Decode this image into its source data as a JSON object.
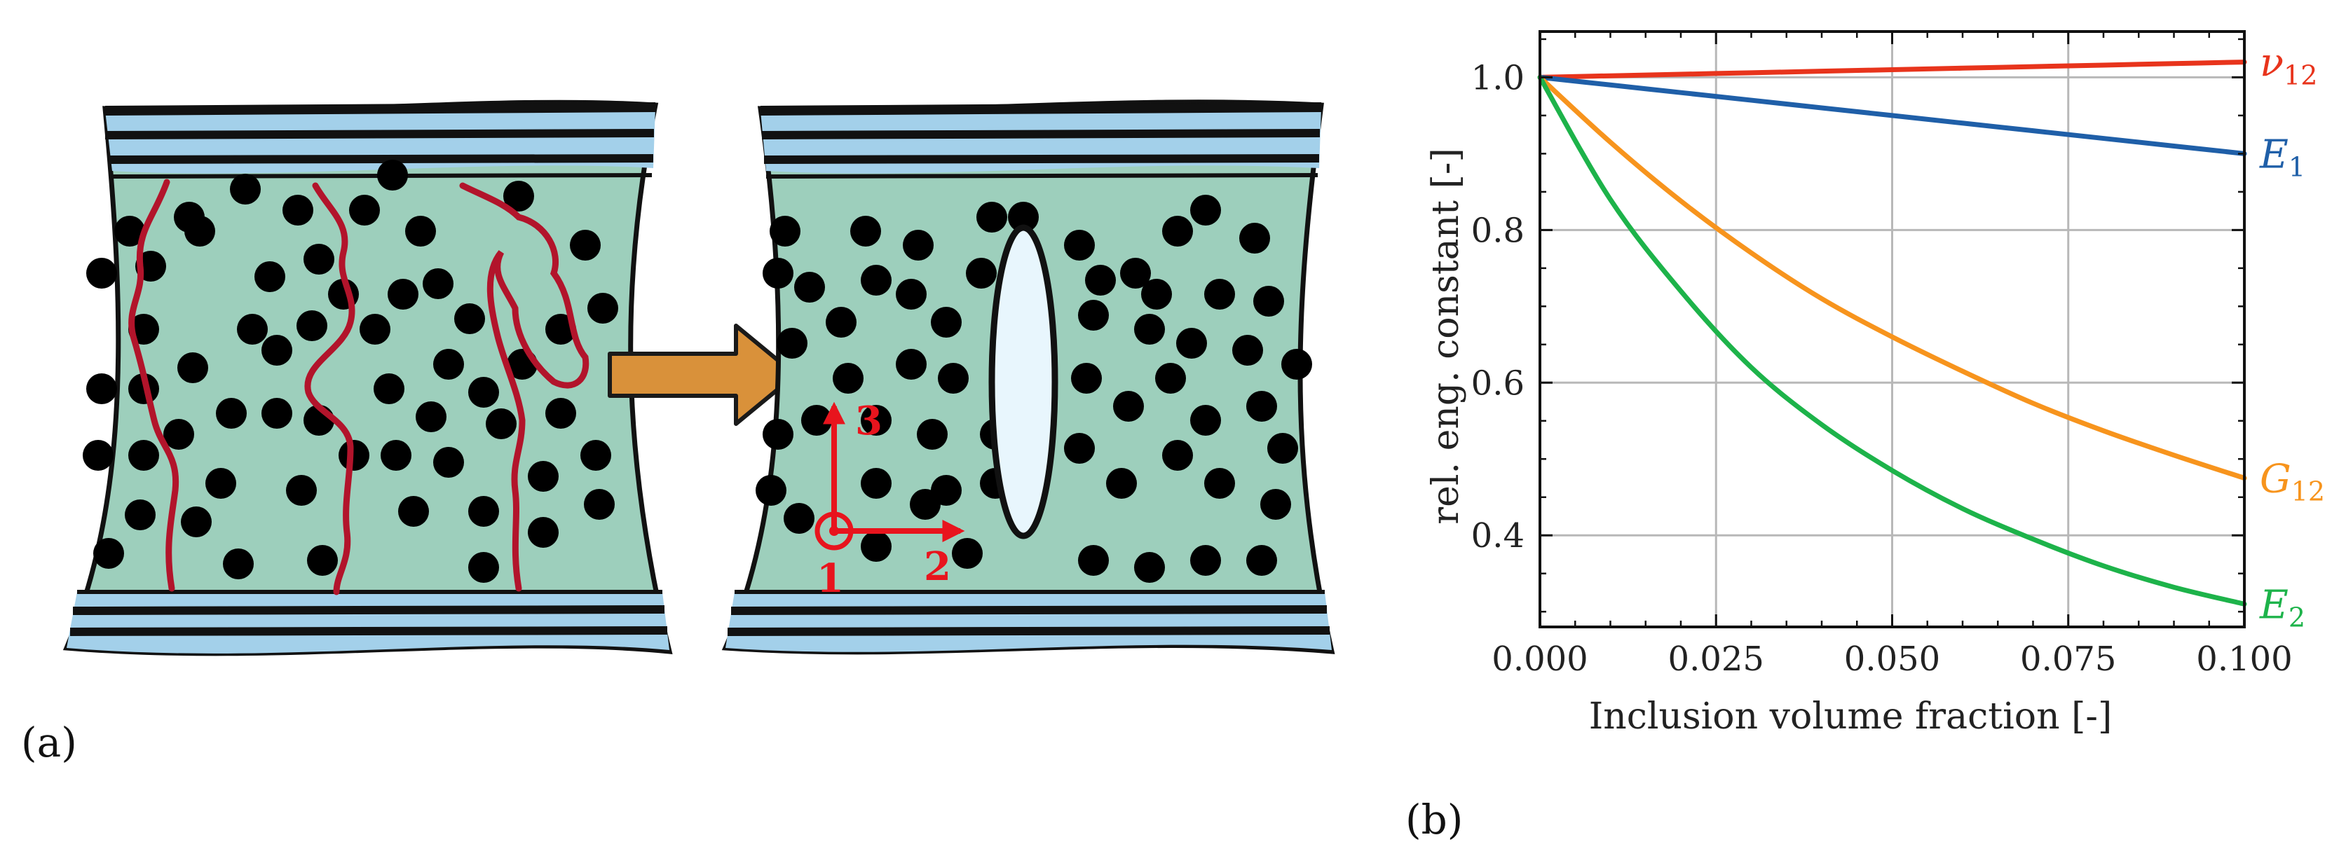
{
  "panels": {
    "a": {
      "label": "(a)",
      "axis_numbers": [
        "1",
        "2",
        "3"
      ]
    },
    "b": {
      "label": "(b)"
    }
  },
  "colors": {
    "matrix": "#9dcfbc",
    "ply": "#a3d0ea",
    "particle": "#000000",
    "crack": "#b2142b",
    "arrow": "#d9913a",
    "void": "#e8f6fd",
    "axes_red": "#e8141d"
  },
  "chart_data": {
    "type": "line",
    "xlabel": "Inclusion volume fraction [-]",
    "ylabel": "rel. eng. constant [-]",
    "xlim": [
      0.0,
      0.1
    ],
    "ylim": [
      0.28,
      1.06
    ],
    "xticks": [
      "0.000",
      "0.025",
      "0.050",
      "0.075",
      "0.100"
    ],
    "yticks": [
      "0.4",
      "0.6",
      "0.8",
      "1.0"
    ],
    "grid": true,
    "x": [
      0.0,
      0.01,
      0.02,
      0.03,
      0.04,
      0.05,
      0.06,
      0.07,
      0.08,
      0.09,
      0.1
    ],
    "series": [
      {
        "name": "ν12",
        "main": "ν",
        "sub": "12",
        "color": "#e8341c",
        "values": [
          1.0,
          1.002,
          1.004,
          1.006,
          1.008,
          1.01,
          1.012,
          1.014,
          1.016,
          1.018,
          1.02
        ]
      },
      {
        "name": "E1",
        "main": "E",
        "sub": "1",
        "color": "#1f5fa8",
        "values": [
          1.0,
          0.99,
          0.98,
          0.97,
          0.96,
          0.95,
          0.94,
          0.93,
          0.92,
          0.91,
          0.9
        ]
      },
      {
        "name": "G12",
        "main": "G",
        "sub": "12",
        "color": "#f7941d",
        "values": [
          1.0,
          0.915,
          0.838,
          0.77,
          0.71,
          0.66,
          0.615,
          0.573,
          0.537,
          0.505,
          0.475
        ]
      },
      {
        "name": "E2",
        "main": "E",
        "sub": "2",
        "color": "#1db34a",
        "values": [
          1.0,
          0.84,
          0.72,
          0.62,
          0.545,
          0.485,
          0.435,
          0.395,
          0.36,
          0.332,
          0.31
        ]
      }
    ]
  }
}
